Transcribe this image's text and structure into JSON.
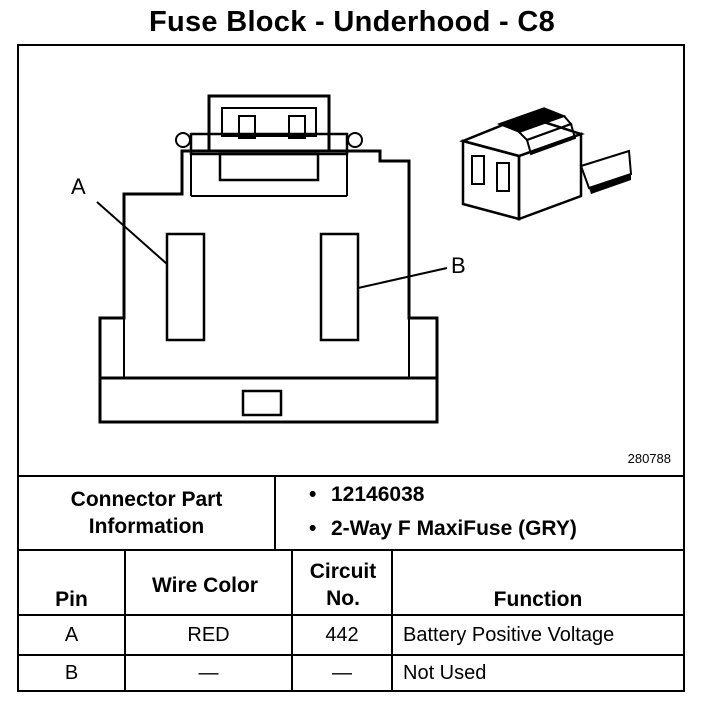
{
  "title": "Fuse Block - Underhood - C8",
  "diagram": {
    "figure_number": "280788",
    "labels": {
      "pin_a": "A",
      "pin_b": "B"
    },
    "icons": [
      "connector-face-drawing",
      "connector-isometric-drawing"
    ]
  },
  "connector_info": {
    "label": "Connector Part Information",
    "items": [
      "12146038",
      "2-Way F MaxiFuse (GRY)"
    ]
  },
  "table": {
    "headers": {
      "pin": "Pin",
      "wire_color": "Wire Color",
      "circuit_no": "Circuit No.",
      "function": "Function"
    },
    "rows": [
      {
        "pin": "A",
        "wire_color": "RED",
        "circuit_no": "442",
        "function": "Battery Positive Voltage"
      },
      {
        "pin": "B",
        "wire_color": "—",
        "circuit_no": "—",
        "function": "Not Used"
      }
    ]
  }
}
